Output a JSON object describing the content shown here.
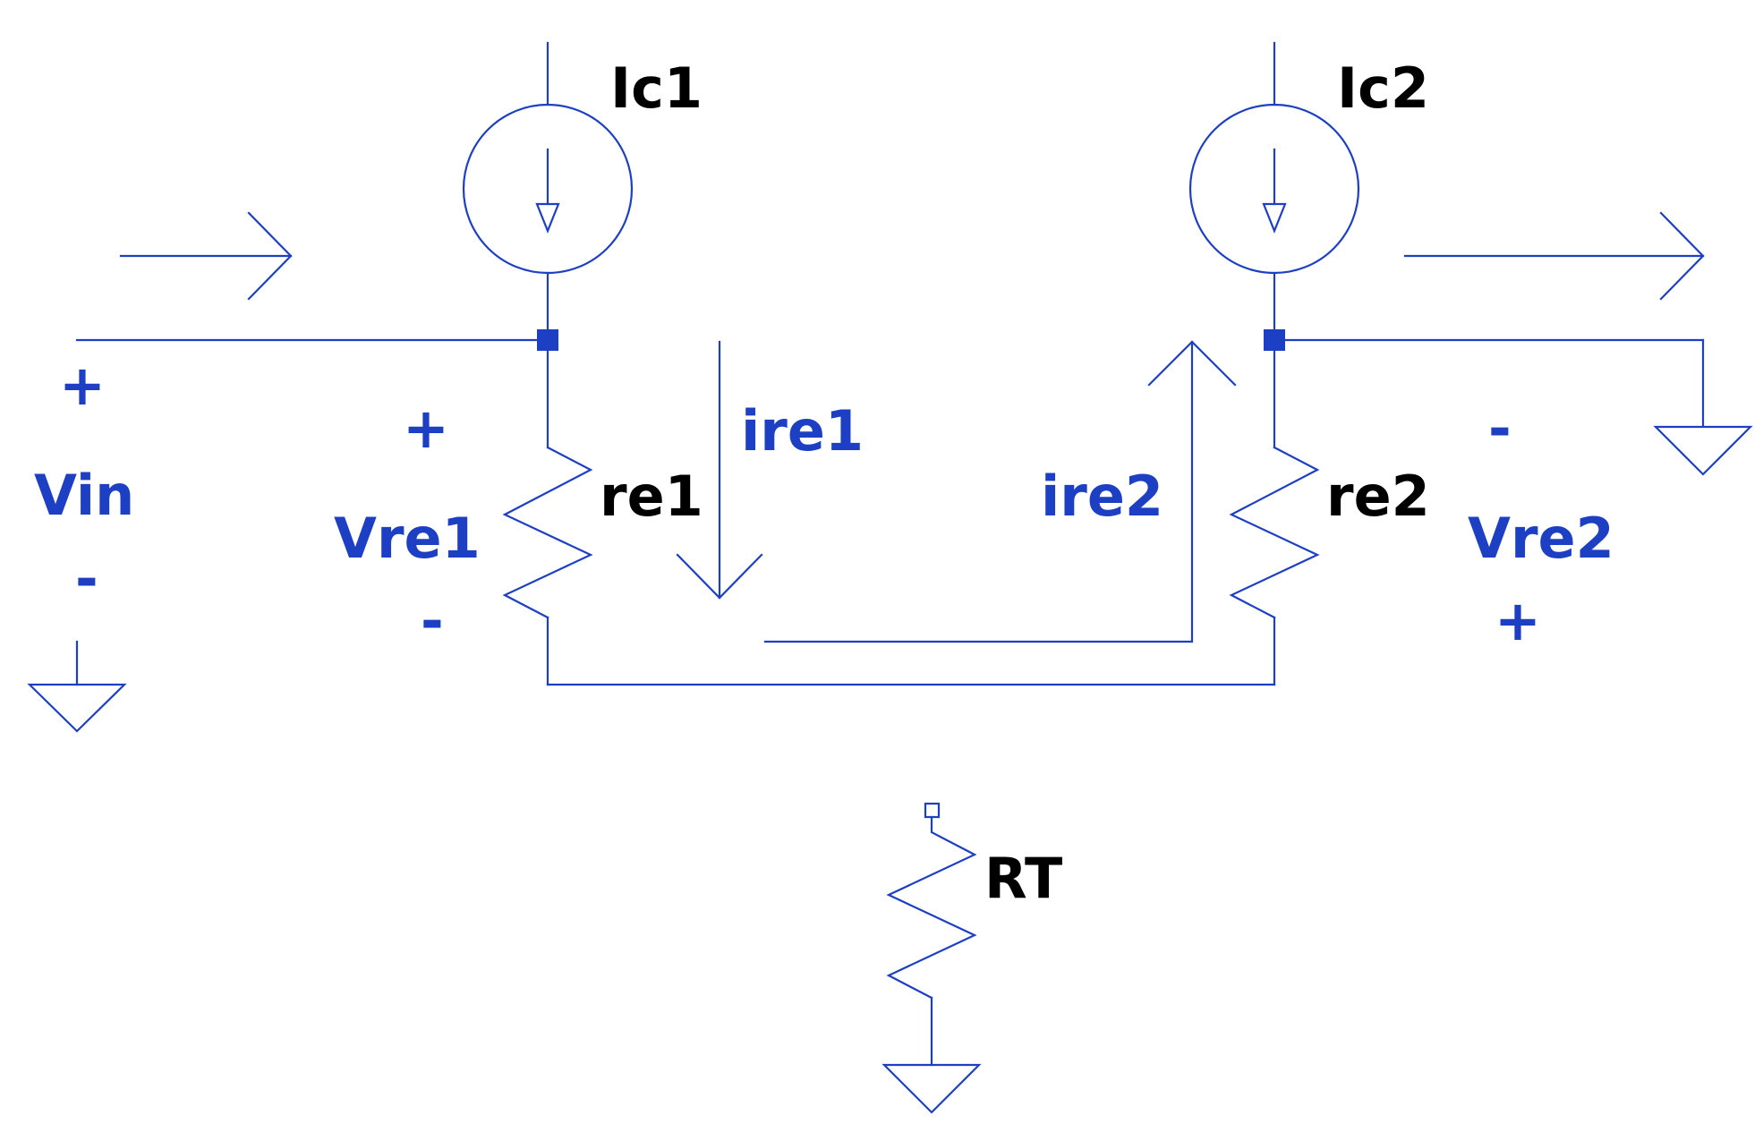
{
  "colors": {
    "wire": "#1d3fc4",
    "label": "#000000",
    "annotation": "#1d3fc4"
  },
  "labels": {
    "ic1": "Ic1",
    "ic2": "Ic2",
    "re1": "re1",
    "re2": "re2",
    "rt": "RT",
    "ire1": "ire1",
    "ire2": "ire2",
    "vin": "Vin",
    "vin_plus": "+",
    "vin_minus": "-",
    "vre1": "Vre1",
    "vre1_plus": "+",
    "vre1_minus": "-",
    "vre2": "Vre2",
    "vre2_minus": "-",
    "vre2_plus": "+"
  }
}
